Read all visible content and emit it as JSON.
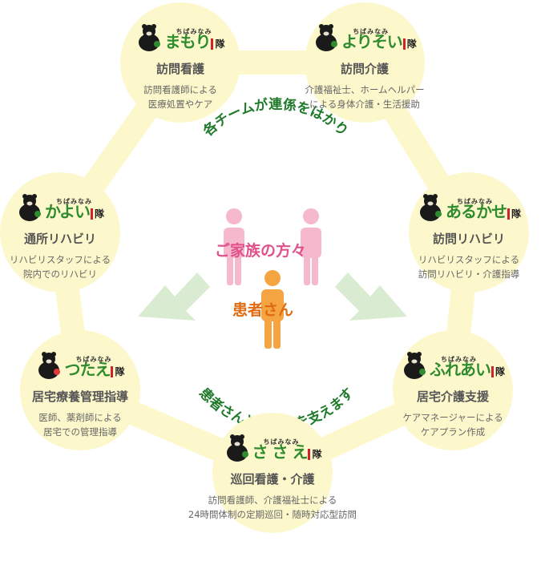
{
  "top_caption": "各チームが連係をはかり",
  "bottom_caption": "患者さんとご家族を支えます",
  "family_label": "ご家族の方々",
  "patient_label": "患者さん",
  "team_prefix": "ちばみなみ",
  "team_suffix": "隊",
  "colors": {
    "ring": "#fdf8cc",
    "team_green": "#2e8b2e",
    "caption_green": "#1f7a2a",
    "family_pink": "#f5b8cc",
    "family_text": "#e0508a",
    "patient_orange": "#f5a442",
    "patient_text": "#e06a10",
    "arrow_green": "#d9ecd2"
  },
  "nodes": [
    {
      "team": "まもり",
      "service": "訪問看護",
      "desc": [
        "訪問看護師による",
        "医療処置やケア"
      ],
      "icon": "bear-with-green-cap-icon"
    },
    {
      "team": "よりそい",
      "service": "訪問介護",
      "desc": [
        "介護福祉士、ホームヘルパー",
        "による身体介護・生活援助"
      ],
      "icon": "bear-holding-hands-icon"
    },
    {
      "team": "あるかせ",
      "service": "訪問リハビリ",
      "desc": [
        "リハビリスタッフによる",
        "訪問リハビリ・介護指導"
      ],
      "icon": "bear-walking-icon"
    },
    {
      "team": "ふれあい",
      "service": "居宅介護支援",
      "desc": [
        "ケアマネージャーによる",
        "ケアプラン作成"
      ],
      "icon": "bear-with-green-hat-icon"
    },
    {
      "team": "さ さ え",
      "service": "巡回看護・介護",
      "desc": [
        "訪問看護師、介護福祉士による",
        "24時間体制の定期巡回・随時対応型訪問"
      ],
      "icon": "bear-with-green-shirt-icon"
    },
    {
      "team": "つたえ",
      "service": "居宅療養管理指導",
      "desc": [
        "医師、薬剤師による",
        "居宅での管理指導"
      ],
      "icon": "bear-with-flower-icon"
    },
    {
      "team": "かよい",
      "service": "通所リハビリ",
      "desc": [
        "リハビリスタッフによる",
        "院内でのリハビリ"
      ],
      "icon": "bear-sitting-icon"
    }
  ]
}
